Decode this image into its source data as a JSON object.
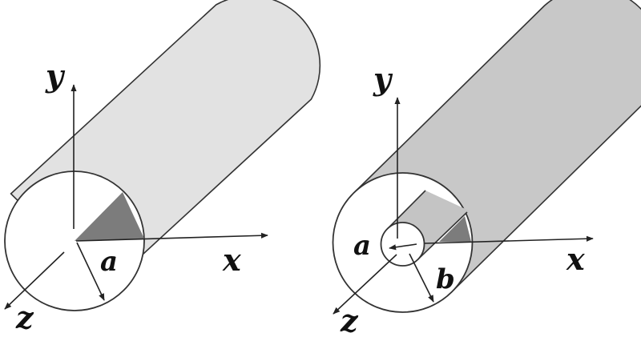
{
  "left_diagram": {
    "labels": {
      "y": "y",
      "x": "x",
      "z": "z",
      "radius": "a"
    },
    "colors": {
      "tube": "#e2e2e2",
      "wedge": "#7c7c7c",
      "face": "#ffffff",
      "stroke": "#333333"
    }
  },
  "right_diagram": {
    "labels": {
      "y": "y",
      "x": "x",
      "z": "z",
      "inner_radius": "a",
      "outer_radius": "b"
    },
    "colors": {
      "tube": "#c8c8c8",
      "inner_tube": "#c4c4c4",
      "wedge": "#7c7c7c",
      "face": "#ffffff",
      "stroke": "#333333"
    }
  }
}
